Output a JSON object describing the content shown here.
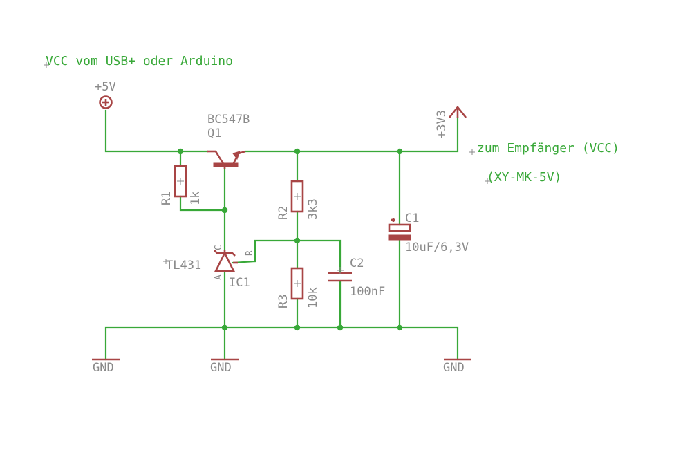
{
  "notes": {
    "vcc_source": "VCC vom USB+ oder Arduino",
    "to_receiver": "zum Empfänger (VCC)",
    "receiver_model": "(XY-MK-5V)"
  },
  "supplies": {
    "plus5v": "+5V",
    "plus3v3": "+3V3",
    "gnd": "GND"
  },
  "components": {
    "q1": {
      "name": "Q1",
      "value": "BC547B"
    },
    "r1": {
      "name": "R1",
      "value": "1k"
    },
    "r2": {
      "name": "R2",
      "value": "3k3"
    },
    "r3": {
      "name": "R3",
      "value": "10k"
    },
    "c1": {
      "name": "C1",
      "value": "10uF/6,3V"
    },
    "c2": {
      "name": "C2",
      "value": "100nF"
    },
    "ic1": {
      "name": "IC1",
      "value": "TL431",
      "pin_a": "A",
      "pin_c": "C",
      "pin_r": "R"
    }
  },
  "colors": {
    "wire": "#38a838",
    "part": "#a84545",
    "label": "#8a8a8a",
    "note": "#38a838"
  }
}
